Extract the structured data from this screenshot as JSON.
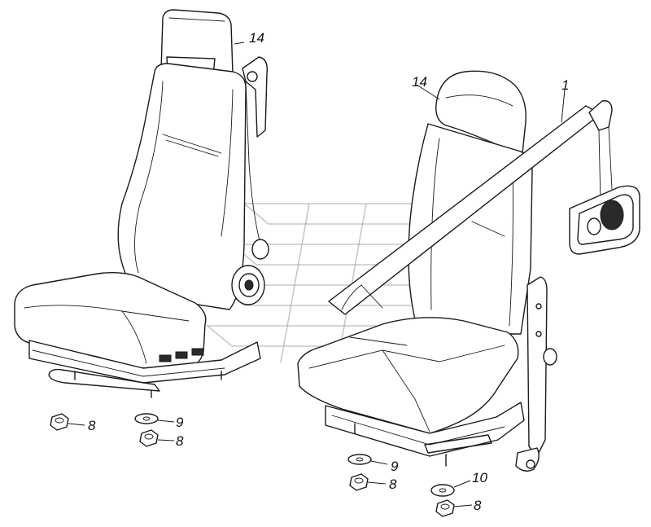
{
  "diagram": {
    "parts": [
      {
        "id": "p14a",
        "label": "14"
      },
      {
        "id": "p14b",
        "label": "14"
      },
      {
        "id": "p1",
        "label": "1"
      },
      {
        "id": "p8a",
        "label": "8"
      },
      {
        "id": "p9a",
        "label": "9"
      },
      {
        "id": "p8b",
        "label": "8"
      },
      {
        "id": "p9b",
        "label": "9"
      },
      {
        "id": "p8c",
        "label": "8"
      },
      {
        "id": "p10",
        "label": "10"
      },
      {
        "id": "p8d",
        "label": "8"
      }
    ]
  }
}
